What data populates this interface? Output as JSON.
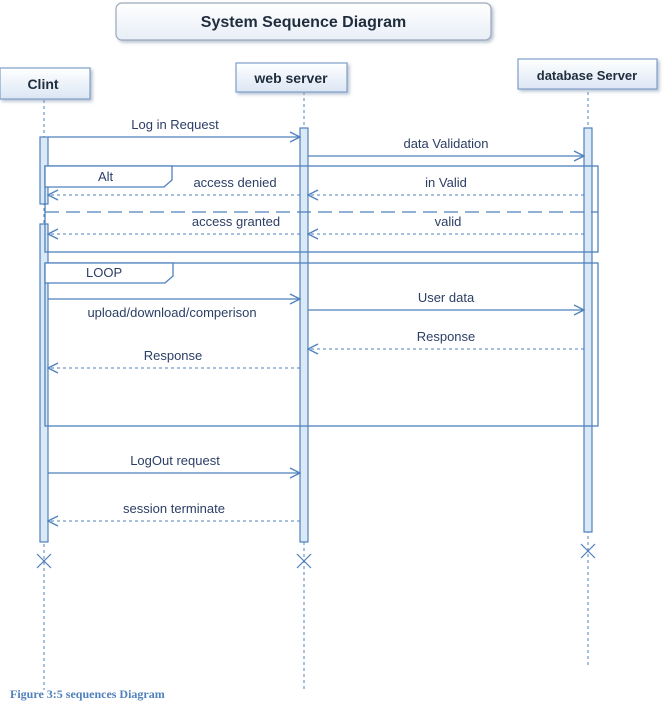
{
  "title": "System Sequence Diagram",
  "lifelines": [
    {
      "id": "client",
      "label": "Clint"
    },
    {
      "id": "web",
      "label": "web server"
    },
    {
      "id": "db",
      "label": "database Server"
    }
  ],
  "fragments": [
    {
      "id": "alt",
      "label": "Alt"
    },
    {
      "id": "loop",
      "label": "LOOP"
    }
  ],
  "messages": [
    {
      "id": "m1",
      "label": "Log in Request",
      "from": "client",
      "to": "web",
      "style": "solid"
    },
    {
      "id": "m2",
      "label": "data Validation",
      "from": "web",
      "to": "db",
      "style": "solid"
    },
    {
      "id": "m3",
      "label": "in Valid",
      "from": "db",
      "to": "web",
      "style": "dashed"
    },
    {
      "id": "m4",
      "label": "access denied",
      "from": "web",
      "to": "client",
      "style": "dashed"
    },
    {
      "id": "m5",
      "label": "valid",
      "from": "db",
      "to": "web",
      "style": "dashed"
    },
    {
      "id": "m6",
      "label": "access granted",
      "from": "web",
      "to": "client",
      "style": "dashed"
    },
    {
      "id": "m7",
      "label": "upload/download/comperison",
      "from": "client",
      "to": "web",
      "style": "solid"
    },
    {
      "id": "m8",
      "label": "User data",
      "from": "web",
      "to": "db",
      "style": "solid"
    },
    {
      "id": "m9",
      "label": "Response",
      "from": "db",
      "to": "web",
      "style": "dashed"
    },
    {
      "id": "m10",
      "label": "Response",
      "from": "web",
      "to": "client",
      "style": "dashed"
    },
    {
      "id": "m11",
      "label": "LogOut  request",
      "from": "client",
      "to": "web",
      "style": "solid"
    },
    {
      "id": "m12",
      "label": "session terminate",
      "from": "web",
      "to": "client",
      "style": "dashed"
    }
  ],
  "caption": "Figure 3:5 sequences Diagram",
  "colors": {
    "line": "#4f81bd",
    "box_fill": "#dbe8f6",
    "box_border": "#7f9fc8",
    "text": "#2c3e66"
  }
}
